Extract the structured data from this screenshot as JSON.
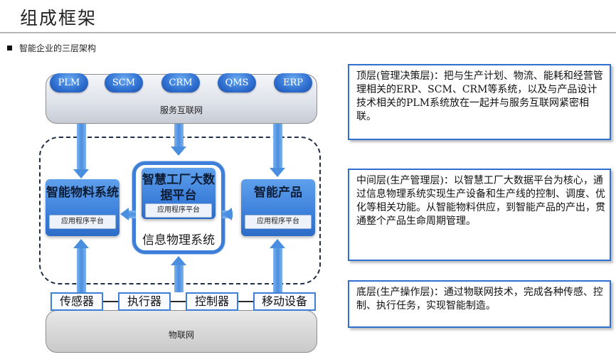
{
  "header": {
    "title": "组成框架"
  },
  "subtitle": "智能企业的三层架构",
  "top_bar": {
    "label": "服务互联网",
    "systems": [
      "PLM",
      "SCM",
      "CRM",
      "QMS",
      "ERP"
    ]
  },
  "middle": {
    "left_system": {
      "title": "智能物料系统",
      "platform": "应用程序平台"
    },
    "center_system": {
      "title": "智慧工厂大数据平台",
      "platform": "应用程序平台",
      "cps_label": "信息物理系统"
    },
    "right_system": {
      "title": "智能产品",
      "platform": "应用程序平台"
    }
  },
  "devices": [
    "传感器",
    "执行器",
    "控制器",
    "移动设备"
  ],
  "bottom_bar": {
    "label": "物联网"
  },
  "callouts": [
    "顶层(管理决策层)：把与生产计划、物流、能耗和经营管理相关的ERP、SCM、CRM等系统，以及与产品设计技术相关的PLM系统放在一起并与服务互联网紧密相联。",
    "中间层(生产管理层)：以智慧工厂大数据平台为核心，通过信息物理系统实现生产设备和生产线的控制、调度、优化等相关功能。从智能物料供应，到智能产品的产出，贯通整个产品生命周期管理。",
    "底层(生产操作层)：通过物联网技术，完成各种传感、控制、执行任务，实现智能制造。"
  ]
}
